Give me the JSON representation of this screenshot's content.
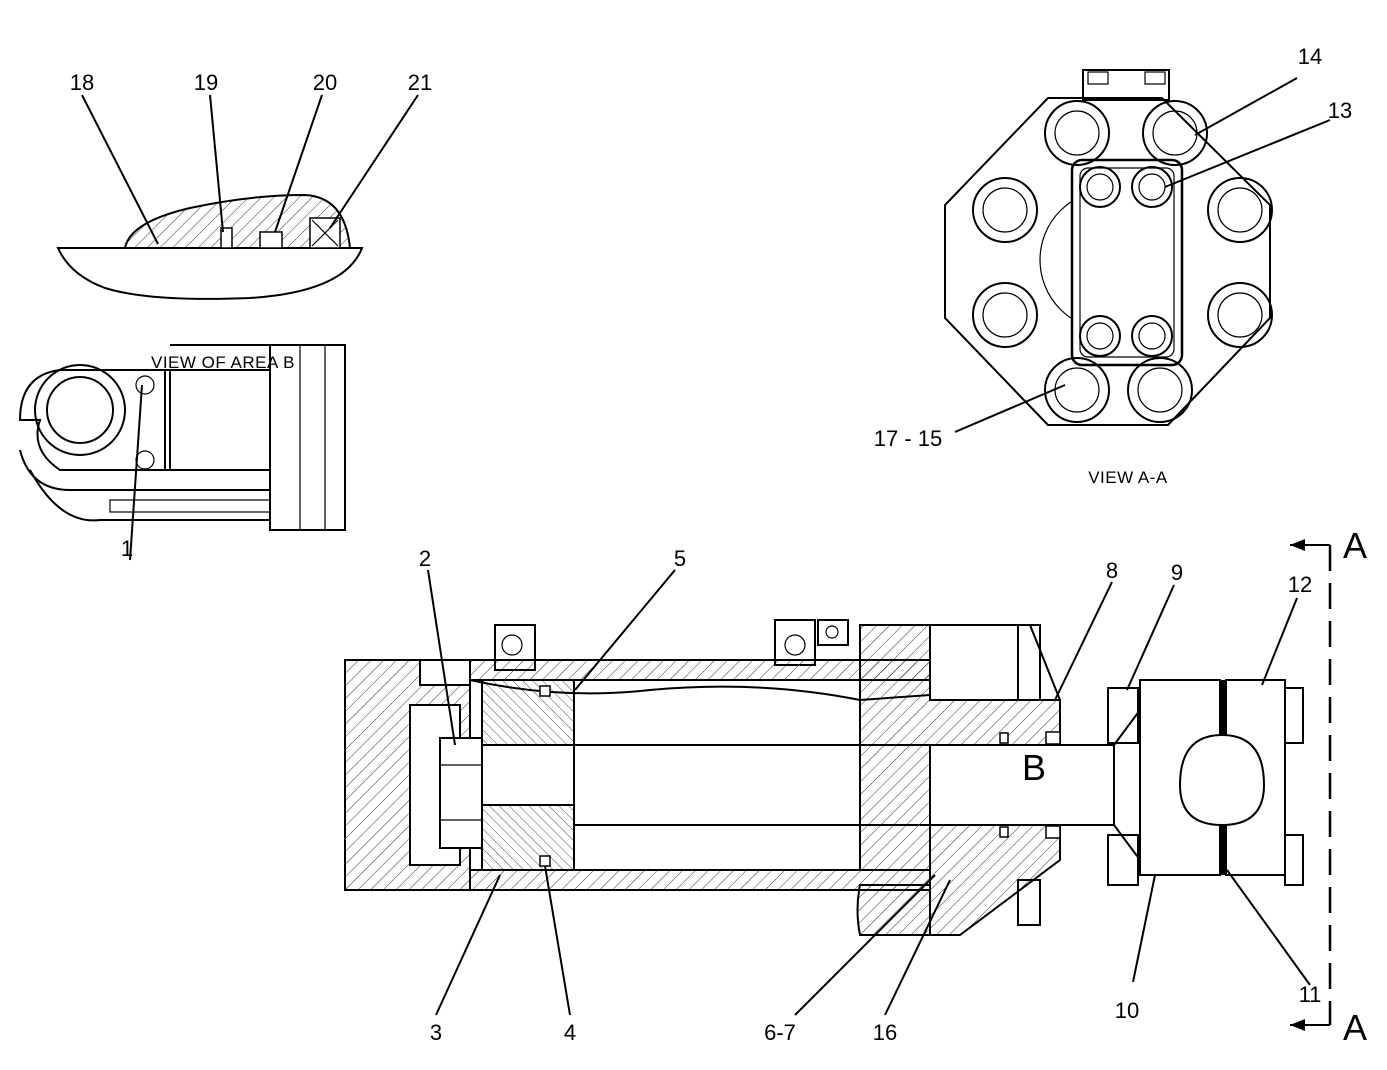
{
  "captions": {
    "area_b": "VIEW OF AREA  B",
    "view_aa": "VIEW  A-A"
  },
  "section_letters": {
    "a_top": "A",
    "a_bottom": "A",
    "b": "B"
  },
  "callouts": {
    "c1": "1",
    "c2": "2",
    "c3": "3",
    "c4": "4",
    "c5": "5",
    "c6_7": "6-7",
    "c8": "8",
    "c9": "9",
    "c10": "10",
    "c11": "11",
    "c12": "12",
    "c13": "13",
    "c14": "14",
    "c16": "16",
    "c17_15": "17 - 15",
    "c18": "18",
    "c19": "19",
    "c20": "20",
    "c21": "21"
  }
}
